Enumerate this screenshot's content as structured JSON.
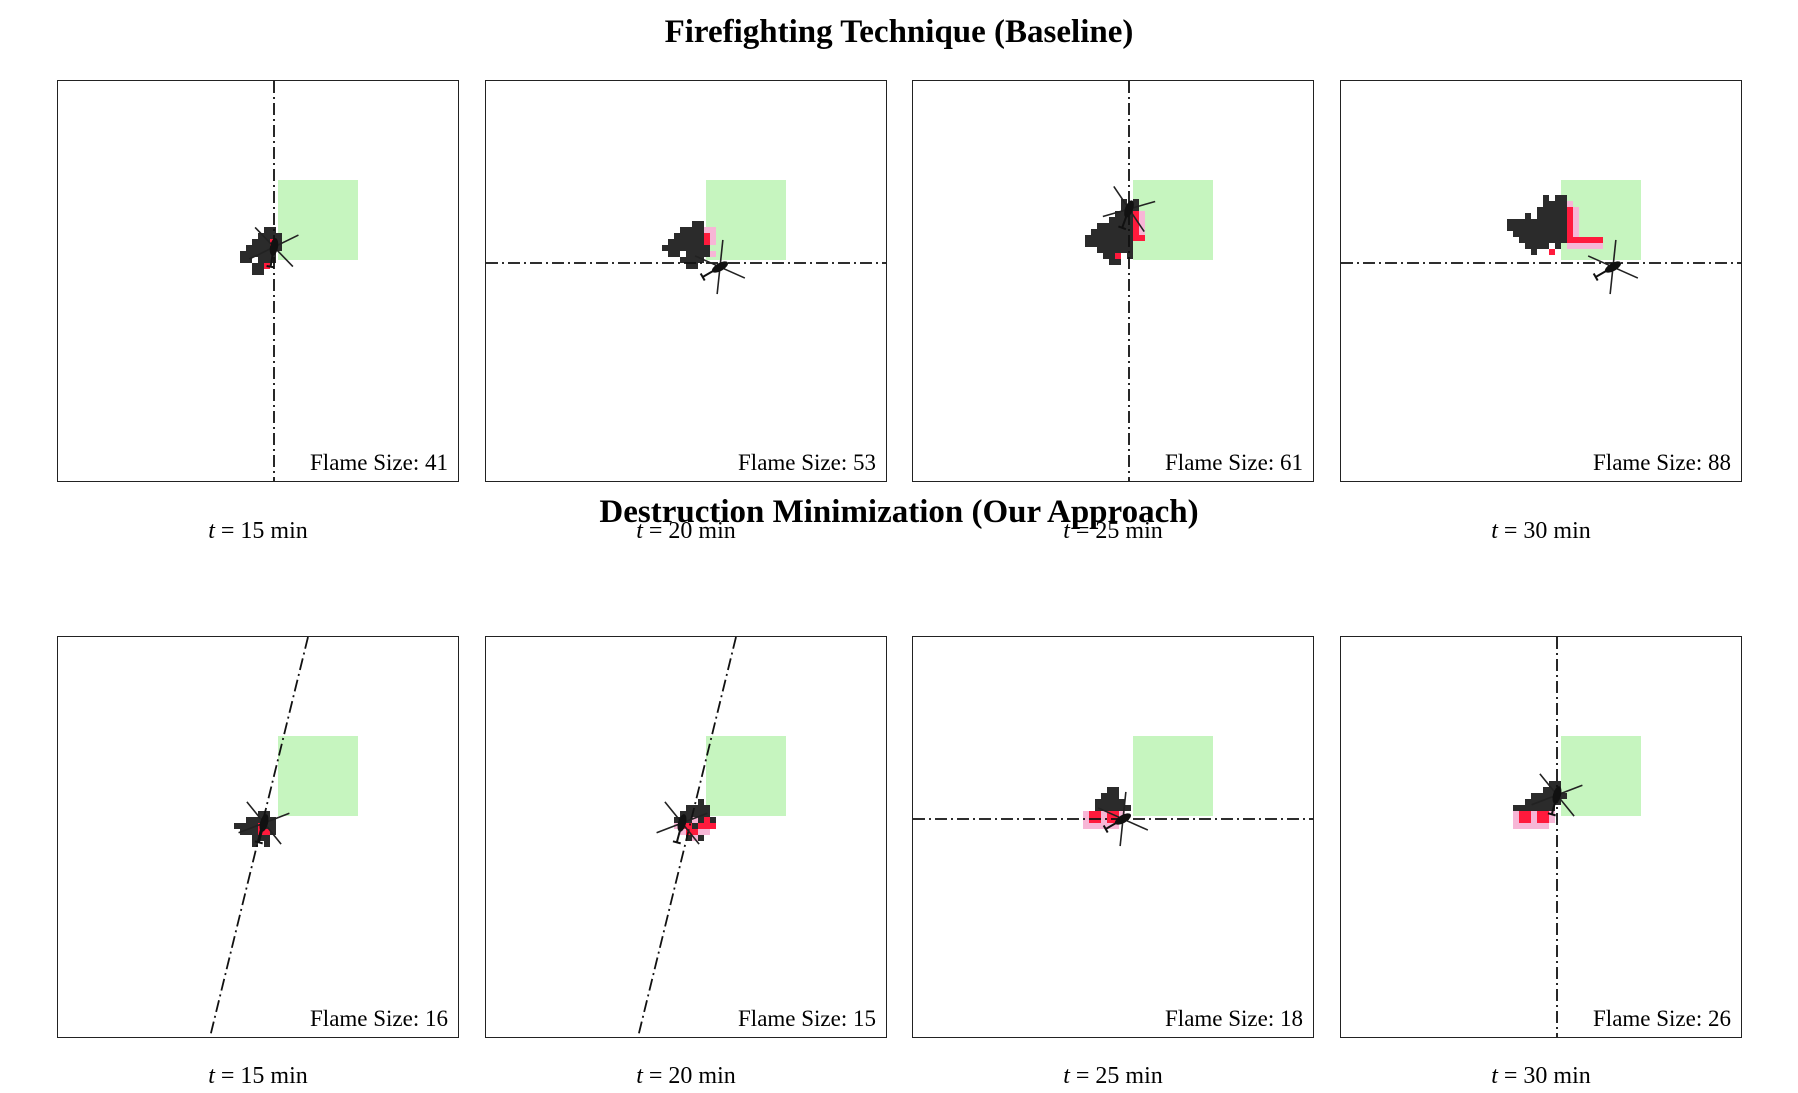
{
  "rows": [
    {
      "title": "Firefighting Technique (Baseline)",
      "panels": [
        {
          "flame_label": "Flame Size: 41",
          "time_var": "t",
          "time_rest": " = 15 min",
          "line": "vertical",
          "fire": "small",
          "heli_on": "vertical"
        },
        {
          "flame_label": "Flame Size: 53",
          "time_var": "t",
          "time_rest": " = 20 min",
          "line": "horizontal",
          "fire": "medium",
          "heli_on": "horizontal"
        },
        {
          "flame_label": "Flame Size: 61",
          "time_var": "t",
          "time_rest": " = 25 min",
          "line": "vertical",
          "fire": "large",
          "heli_on": "vertical"
        },
        {
          "flame_label": "Flame Size: 88",
          "time_var": "t",
          "time_rest": " = 30 min",
          "line": "horizontal",
          "fire": "xlarge",
          "heli_on": "horizontal"
        }
      ]
    },
    {
      "title": "Destruction Minimization (Our Approach)",
      "panels": [
        {
          "flame_label": "Flame Size: 16",
          "time_var": "t",
          "time_rest": " = 15 min",
          "line": "diagonal",
          "fire": "tiny",
          "heli_on": "diagonal"
        },
        {
          "flame_label": "Flame Size: 15",
          "time_var": "t",
          "time_rest": " = 20 min",
          "line": "diagonal",
          "fire": "tiny2",
          "heli_on": "diagonal"
        },
        {
          "flame_label": "Flame Size: 18",
          "time_var": "t",
          "time_rest": " = 25 min",
          "line": "horizontal",
          "fire": "contained",
          "heli_on": "horizontal"
        },
        {
          "flame_label": "Flame Size: 26",
          "time_var": "t",
          "time_rest": " = 30 min",
          "line": "vertical",
          "fire": "contained2",
          "heli_on": "vertical"
        }
      ]
    }
  ],
  "colors": {
    "protected_zone": "#c6f5bf",
    "burnt": "#2b2b2b",
    "burning": "#ff1a3c",
    "burning_halo": "#f7b6d6",
    "line": "#111111"
  }
}
